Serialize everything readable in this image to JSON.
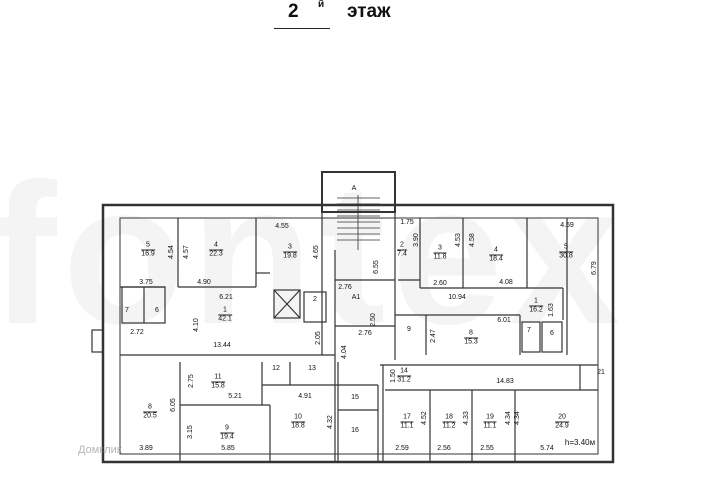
{
  "header": {
    "floor_number": "2",
    "superscript": "й",
    "floor_word": "этаж"
  },
  "stair_label": "A",
  "watermark": "fontex",
  "domclick": "Домклик",
  "ceiling_height": "h=3.40м",
  "rooms": [
    {
      "num": "5",
      "area": "16.9"
    },
    {
      "num": "4",
      "area": "22.3"
    },
    {
      "num": "3",
      "area": "19.8"
    },
    {
      "num": "2",
      "area": ""
    },
    {
      "num": "1",
      "area": "42.1"
    },
    {
      "num": "7",
      "area": ""
    },
    {
      "num": "6",
      "area": ""
    },
    {
      "num": "A1",
      "area": ""
    },
    {
      "num": "2",
      "area": "7.4"
    },
    {
      "num": "3",
      "area": "11.8"
    },
    {
      "num": "4",
      "area": "18.4"
    },
    {
      "num": "5",
      "area": "30.8"
    },
    {
      "num": "1",
      "area": "16.2"
    },
    {
      "num": "9",
      "area": ""
    },
    {
      "num": "8",
      "area": "15.3"
    },
    {
      "num": "7",
      "area": ""
    },
    {
      "num": "6",
      "area": ""
    },
    {
      "num": "8",
      "area": "20.5"
    },
    {
      "num": "11",
      "area": "15.8"
    },
    {
      "num": "12",
      "area": ""
    },
    {
      "num": "13",
      "area": ""
    },
    {
      "num": "9",
      "area": "19.4"
    },
    {
      "num": "10",
      "area": "18.8"
    },
    {
      "num": "15",
      "area": ""
    },
    {
      "num": "16",
      "area": ""
    },
    {
      "num": "14",
      "area": "31.2"
    },
    {
      "num": "21",
      "area": ""
    },
    {
      "num": "17",
      "area": "11.1"
    },
    {
      "num": "18",
      "area": "11.2"
    },
    {
      "num": "19",
      "area": "11.1"
    },
    {
      "num": "20",
      "area": "24.9"
    }
  ],
  "dimensions": [
    "4.55",
    "4.54",
    "4.57",
    "4.65",
    "3.75",
    "4.90",
    "6.21",
    "4.10",
    "2.72",
    "13.44",
    "2.05",
    "2.76",
    "6.55",
    "2.50",
    "2.76",
    "4.04",
    "1.75",
    "3.90",
    "4.53",
    "4.58",
    "4.59",
    "6.79",
    "2.60",
    "4.08",
    "10.94",
    "1.63",
    "6.01",
    "2.47",
    "6.05",
    "2.75",
    "5.21",
    "4.91",
    "3.15",
    "4.32",
    "3.89",
    "5.85",
    "1.50",
    "14.83",
    "4.52",
    "4.33",
    "4.34",
    "4.34",
    "2.59",
    "2.56",
    "2.55",
    "5.74"
  ]
}
